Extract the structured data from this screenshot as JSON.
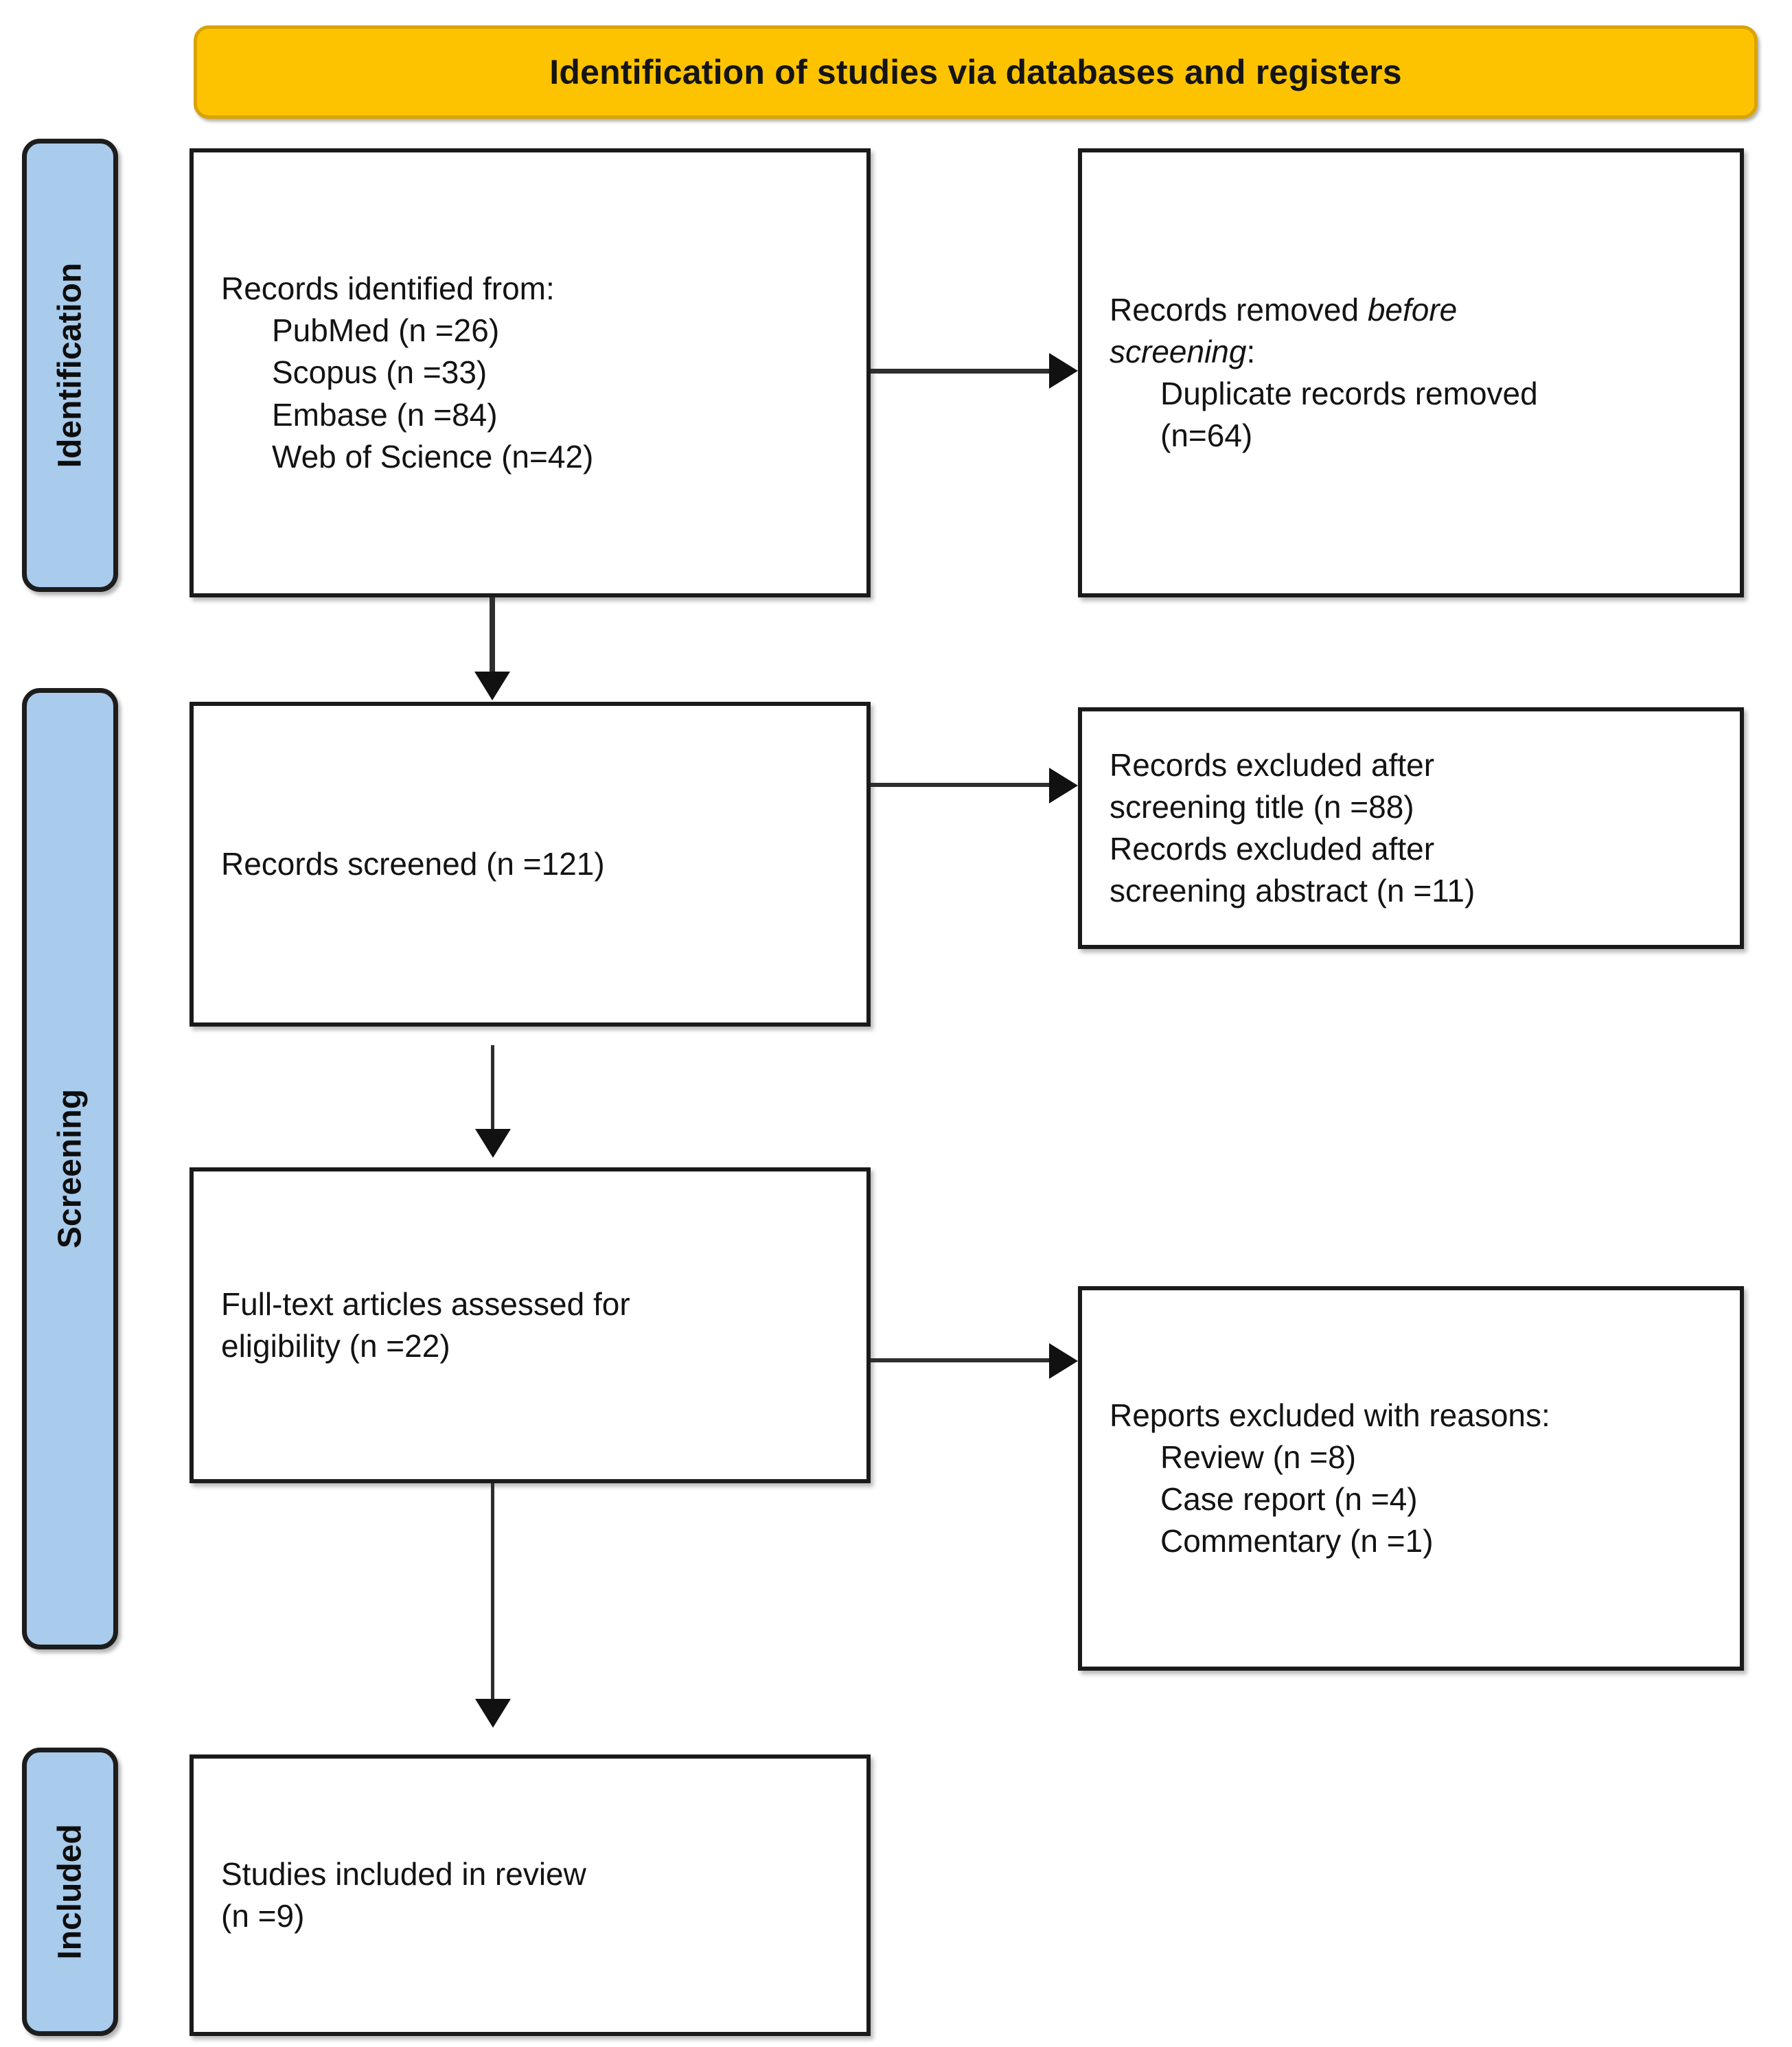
{
  "diagram": {
    "title": "Identification of studies via databases and registers",
    "stage_labels": [
      {
        "id": "identification",
        "label": "Identification"
      },
      {
        "id": "screening",
        "label": "Screening"
      },
      {
        "id": "included",
        "label": "Included"
      }
    ],
    "boxes": {
      "identified": {
        "lines": [
          {
            "text": "Records identified from:",
            "indent": false
          },
          {
            "text": "PubMed (n =26)",
            "indent": true
          },
          {
            "text": "Scopus (n =33)",
            "indent": true
          },
          {
            "text": "Embase (n =84)",
            "indent": true
          },
          {
            "text": "Web of Science (n=42)",
            "indent": true
          }
        ]
      },
      "removed": {
        "lines": [
          {
            "text": "Records removed before",
            "indent": false,
            "italic_from": "before"
          },
          {
            "text": "screening:",
            "indent": false,
            "italic_all": true
          },
          {
            "text": "Duplicate records removed",
            "indent": true
          },
          {
            "text": "(n=64)",
            "indent": true
          }
        ]
      },
      "screened": {
        "lines": [
          {
            "text": "Records screened (n =121)",
            "indent": false
          }
        ]
      },
      "excluded_screen": {
        "lines": [
          {
            "text": "Records excluded after",
            "indent": false
          },
          {
            "text": "screening title (n =88)",
            "indent": false
          },
          {
            "text": "Records excluded after",
            "indent": false
          },
          {
            "text": "screening abstract (n =11)",
            "indent": false
          }
        ]
      },
      "fulltext": {
        "lines": [
          {
            "text": "Full-text articles assessed for",
            "indent": false
          },
          {
            "text": "eligibility (n =22)",
            "indent": false
          }
        ]
      },
      "excluded_report": {
        "lines": [
          {
            "text": "Reports excluded with reasons:",
            "indent": false
          },
          {
            "text": "Review (n =8)",
            "indent": true
          },
          {
            "text": "Case report (n =4)",
            "indent": true
          },
          {
            "text": "Commentary (n =1)",
            "indent": true
          }
        ]
      },
      "included": {
        "lines": [
          {
            "text": "Studies included in review",
            "indent": false
          },
          {
            "text": "(n =9)",
            "indent": false
          }
        ]
      }
    },
    "counts": {
      "pubmed": 26,
      "scopus": 33,
      "embase": 84,
      "web_of_science": 42,
      "duplicates_removed": 64,
      "records_screened": 121,
      "excluded_title": 88,
      "excluded_abstract": 11,
      "fulltext_assessed": 22,
      "excluded_review": 8,
      "excluded_case_report": 4,
      "excluded_commentary": 1,
      "studies_included": 9
    },
    "colors": {
      "banner_fill": "#FDC300",
      "banner_border": "#D9A400",
      "stage_label_fill": "#A9CBEC",
      "stage_label_border": "#1D1D1D",
      "box_border": "#1A1A1A",
      "arrow": "#2E2E2E",
      "text": "#131313"
    }
  }
}
